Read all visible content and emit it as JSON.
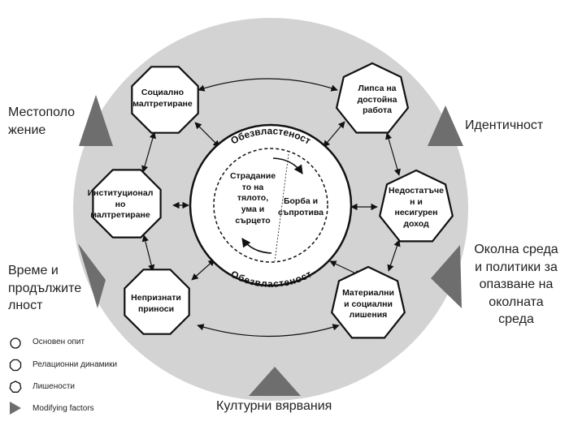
{
  "center": {
    "top_label": "Обезвластеност",
    "bottom_label": "Обезвластеност",
    "left_text": "Страдание\nто на\nтялото,\nума и\nсърцето",
    "right_text": "Борба и\nсъпротива"
  },
  "nodes": [
    {
      "id": "social_abuse",
      "shape": "octagon",
      "label": "Социално\nмалтретиране"
    },
    {
      "id": "institutional_abuse",
      "shape": "octagon",
      "label": "Институционал\nно\nмалтретиране"
    },
    {
      "id": "unrecognized_contributions",
      "shape": "octagon",
      "label": "Непризнати\nприноси"
    },
    {
      "id": "lack_of_decent_work",
      "shape": "heptagon",
      "label": "Липса на\nдостойна\nработа"
    },
    {
      "id": "insufficient_income",
      "shape": "heptagon",
      "label": "Недостатъче\nн и\nнесигурен\nдоход"
    },
    {
      "id": "material_social_deprivation",
      "shape": "heptagon",
      "label": "Материални\nи социални\nлишения"
    }
  ],
  "factors": [
    {
      "id": "location",
      "label": "Местополо\nжение"
    },
    {
      "id": "identity",
      "label": "Идентичност"
    },
    {
      "id": "time_duration",
      "label": "Време и\nпродължите\nлност"
    },
    {
      "id": "environment_policy",
      "label": "Околна среда\nи политики за\nопазване на\nоколната\nсреда"
    },
    {
      "id": "cultural_beliefs",
      "label": "Културни вярвания"
    }
  ],
  "legend": [
    {
      "shape": "circle",
      "label": "Основен опит"
    },
    {
      "shape": "octagon",
      "label": "Релационни динамики"
    },
    {
      "shape": "heptagon",
      "label": "Лишености"
    },
    {
      "shape": "triangle",
      "label": "Modifying factors"
    }
  ],
  "colors": {
    "background_disc": "#d3d3d3",
    "node_fill": "#ffffff",
    "stroke": "#111111",
    "factor_triangle": "#6e6e6e"
  }
}
